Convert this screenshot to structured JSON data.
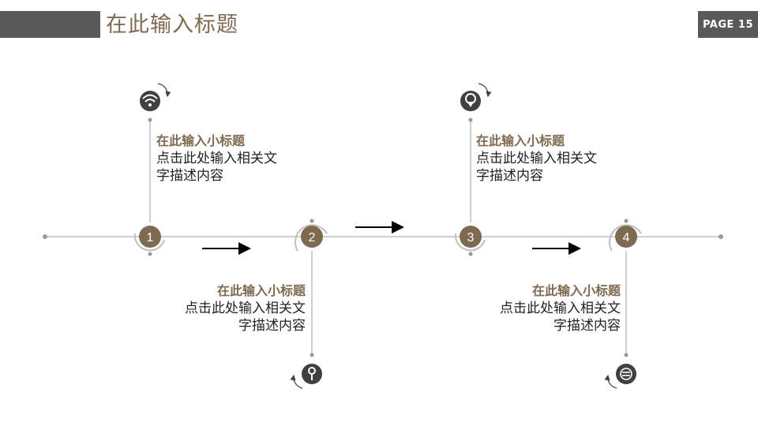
{
  "header": {
    "title": "在此输入标题",
    "page_label": "PAGE 15"
  },
  "colors": {
    "accent": "#7f6a4f",
    "dark": "#595959",
    "line": "#bfbfbf",
    "icon": "#404040"
  },
  "steps": [
    {
      "number": "1",
      "icon": "wifi-icon",
      "subtitle": "在此输入小标题",
      "line1": "点击此处输入相关文",
      "line2": "字描述内容"
    },
    {
      "number": "2",
      "icon": "key-icon",
      "subtitle": "在此输入小标题",
      "line1": "点击此处输入相关文",
      "line2": "字描述内容"
    },
    {
      "number": "3",
      "icon": "location-pin-icon",
      "subtitle": "在此输入小标题",
      "line1": "点击此处输入相关文",
      "line2": "字描述内容"
    },
    {
      "number": "4",
      "icon": "exchange-icon",
      "subtitle": "在此输入小标题",
      "line1": "点击此处输入相关文",
      "line2": "字描述内容"
    }
  ]
}
